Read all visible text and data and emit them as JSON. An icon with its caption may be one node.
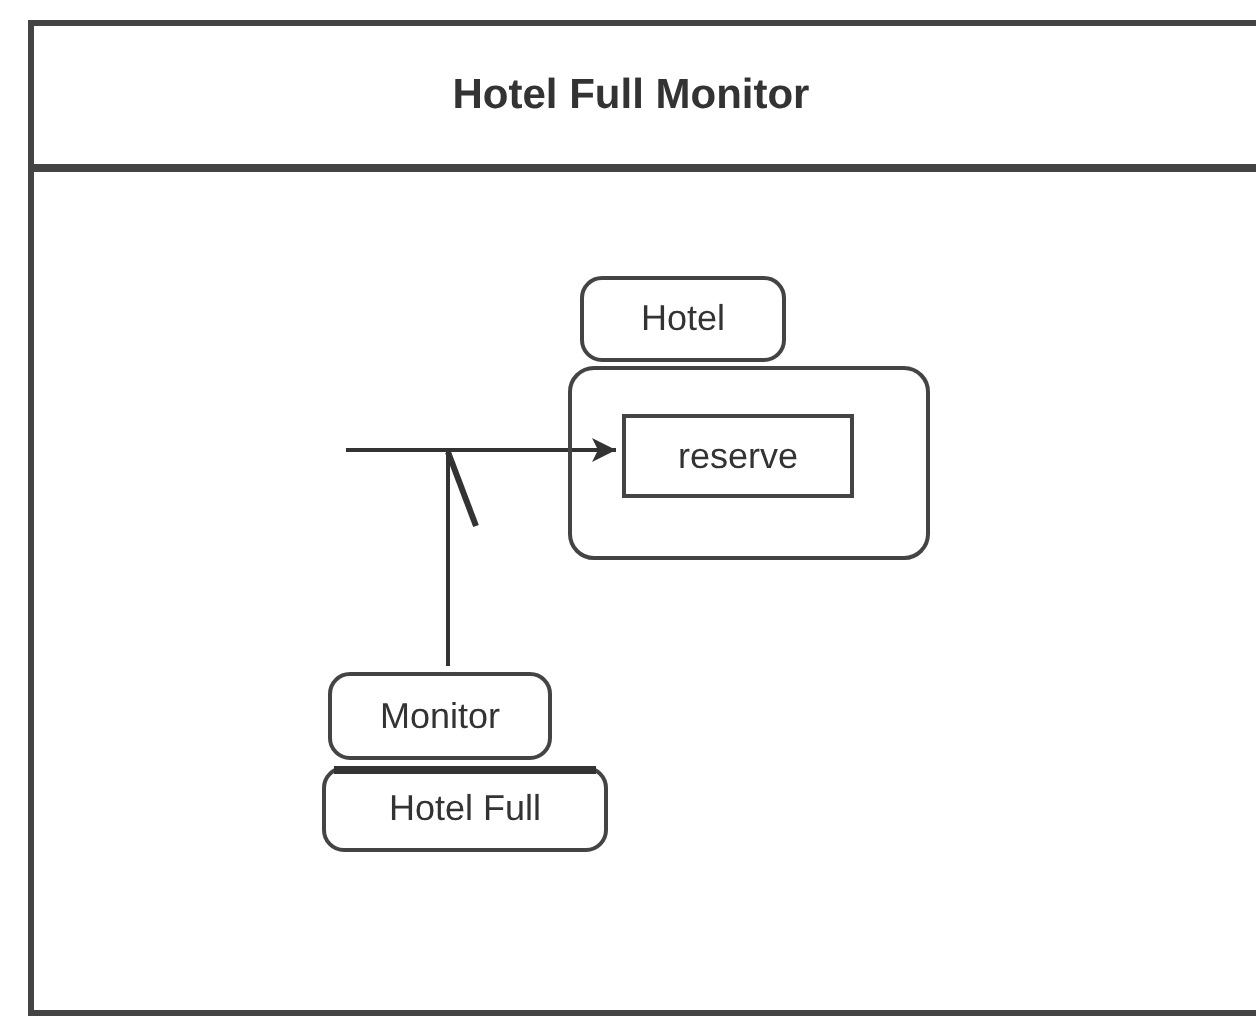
{
  "diagram": {
    "nodes": [
      {
        "text": [
          "Hotel Full Monitor"
        ]
      },
      {
        "text": [
          "Hotel"
        ],
        "in": 0
      },
      {
        "text": [
          "reserve"
        ],
        "in": 1
      },
      {
        "text": [
          "Monitor",
          "Hotel Full"
        ],
        "in": 0
      }
    ],
    "edges": [
      {
        "from": null,
        "to": 2,
        "arrow": "to"
      },
      {
        "from": 3,
        "to": null,
        "arrow": "other"
      }
    ]
  }
}
